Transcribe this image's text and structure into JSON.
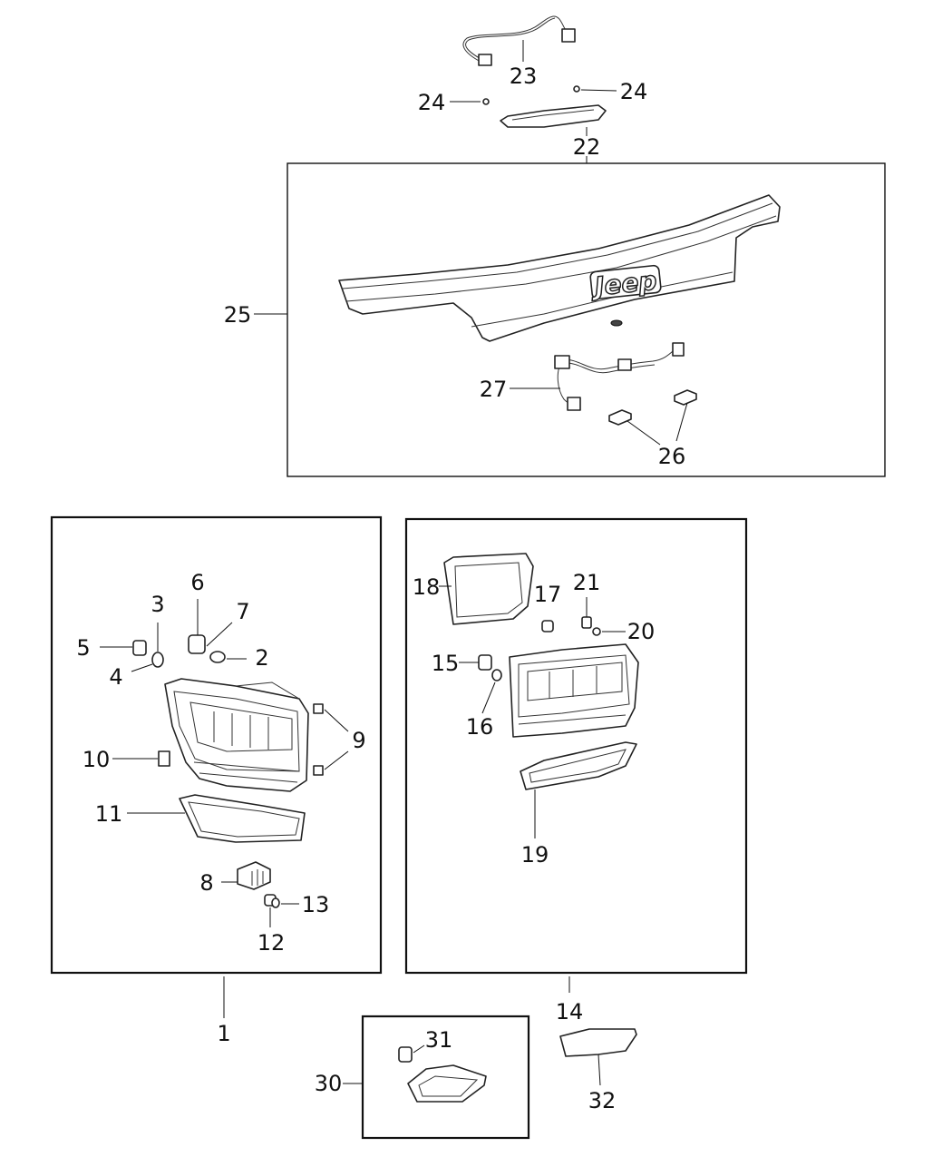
{
  "callouts": {
    "c1": "1",
    "c2": "2",
    "c3": "3",
    "c4": "4",
    "c5": "5",
    "c6": "6",
    "c7": "7",
    "c8": "8",
    "c9": "9",
    "c10": "10",
    "c11": "11",
    "c12": "12",
    "c13": "13",
    "c14": "14",
    "c15": "15",
    "c16": "16",
    "c17": "17",
    "c18": "18",
    "c19": "19",
    "c20": "20",
    "c21": "21",
    "c22": "22",
    "c23": "23",
    "c24a": "24",
    "c24b": "24",
    "c25": "25",
    "c26": "26",
    "c27": "27",
    "c30": "30",
    "c31": "31",
    "c32": "32"
  },
  "logo_text": "Jeep"
}
